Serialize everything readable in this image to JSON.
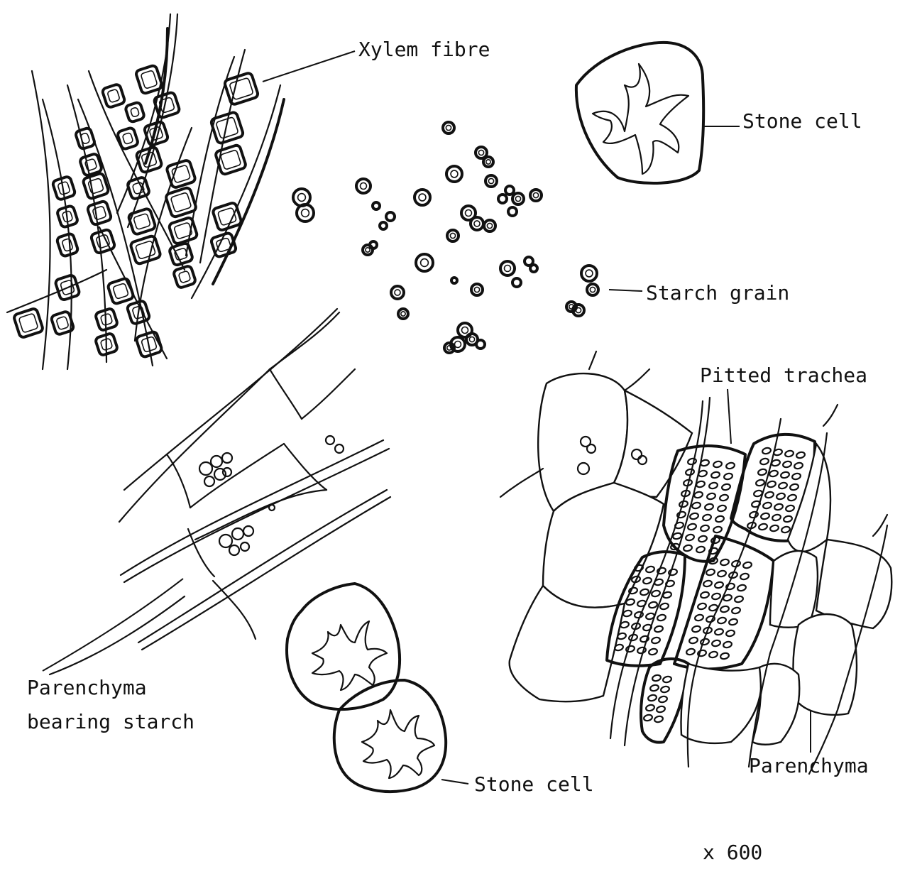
{
  "labels": {
    "xylem_fibre": "Xylem fibre",
    "stone_cell_top": "Stone cell",
    "starch_grain": "Starch grain",
    "pitted_trachea": "Pitted trachea",
    "parenchyma_starch_line1": "Parenchyma",
    "parenchyma_starch_line2": "bearing starch",
    "stone_cell_bottom": "Stone cell",
    "parenchyma": "Parenchyma",
    "magnification": "x 600"
  }
}
